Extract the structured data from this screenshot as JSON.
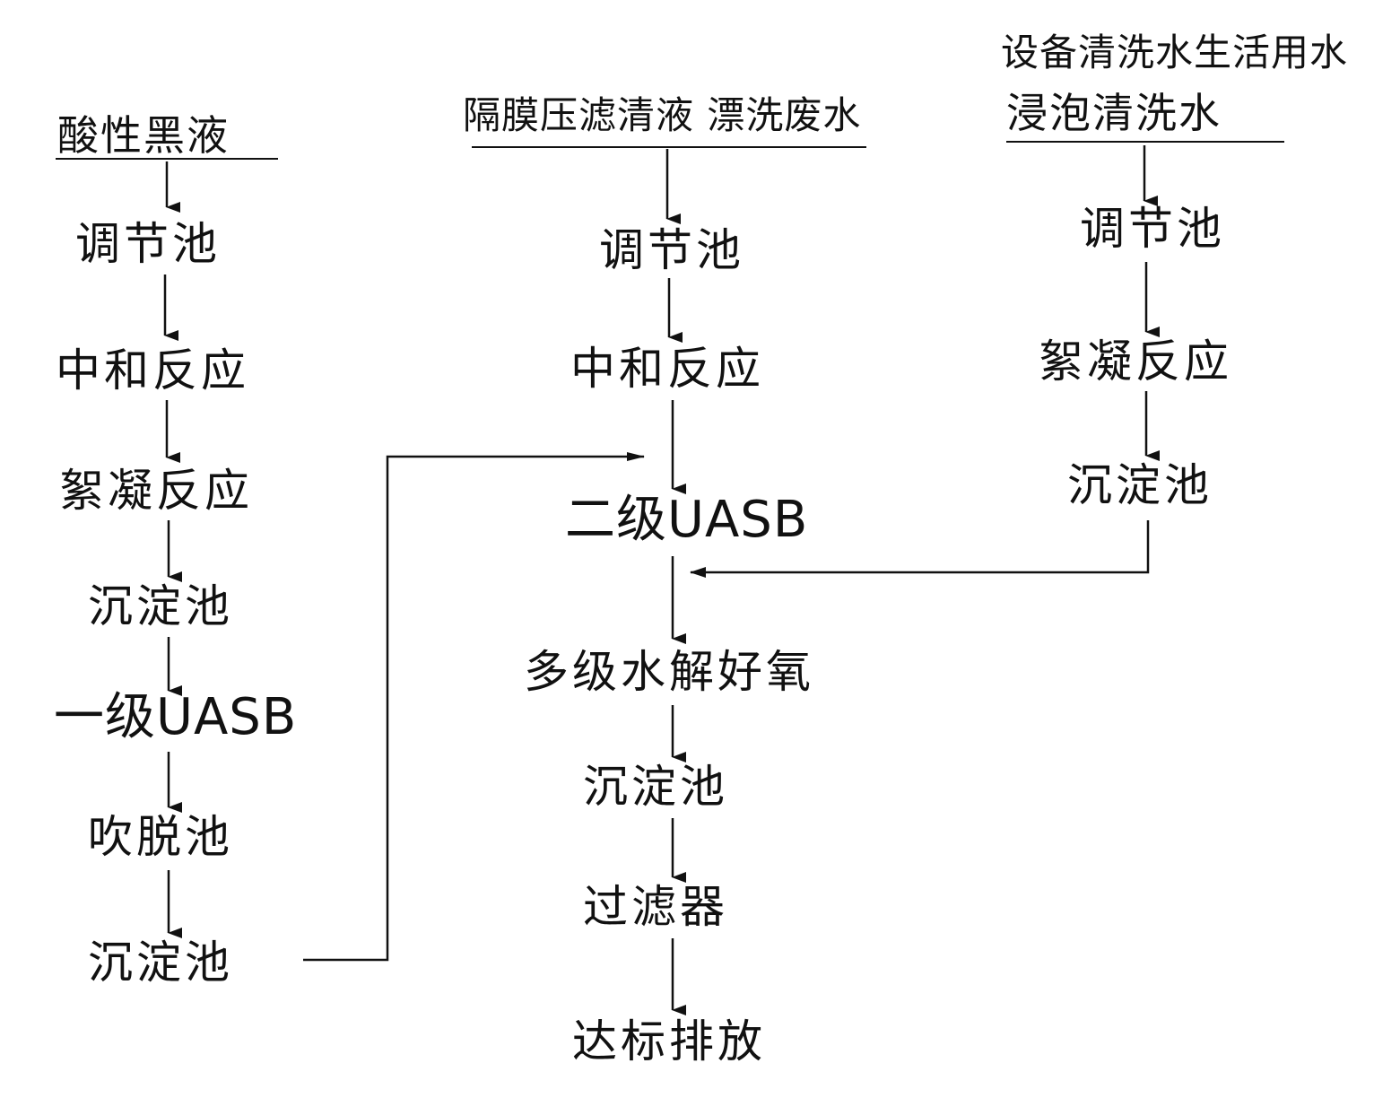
{
  "columns": {
    "left": {
      "header": "酸性黑液",
      "steps": [
        "调节池",
        "中和反应",
        "絮凝反应",
        "沉淀池",
        "一级UASB",
        "吹脱池",
        "沉淀池"
      ]
    },
    "middle": {
      "header": "隔膜压滤清液  漂洗废水",
      "steps": [
        "调节池",
        "中和反应",
        "二级UASB",
        "多级水解好氧",
        "沉淀池",
        "过滤器",
        "达标排放"
      ]
    },
    "right": {
      "header_line1": "设备清洗水生活用水",
      "header_line2": "浸泡清洗水",
      "steps": [
        "调节池",
        "絮凝反应",
        "沉淀池"
      ]
    }
  },
  "colors": {
    "ink": "#111111",
    "background": "#ffffff"
  }
}
